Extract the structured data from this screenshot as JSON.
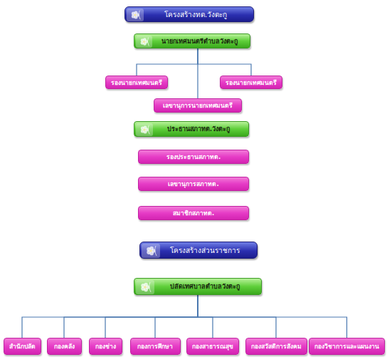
{
  "diagram": {
    "nodes": [
      {
        "text": [
          "โครงสร้างทต.วังตะกู"
        ]
      },
      {
        "text": [
          "นายกเทศมนตรีตำบลวังตะกู"
        ]
      },
      {
        "text": [
          "รองนายกเทศมนตรี"
        ]
      },
      {
        "text": [
          "รองนายกเทศมนตรี"
        ]
      },
      {
        "text": [
          "เลขานุการนายกเทศมนตรี"
        ]
      },
      {
        "text": [
          "ประธานสภาทต.วังตะกู"
        ]
      },
      {
        "text": [
          "รองประธานสภาทต."
        ]
      },
      {
        "text": [
          "เลขานุการสภาทต."
        ]
      },
      {
        "text": [
          "สมาชิกสภาทต."
        ]
      },
      {
        "text": [
          "โครงสร้างส่วนราชการ"
        ]
      },
      {
        "text": [
          "ปลัดเทศบาลตำบลวังตะกู"
        ]
      },
      {
        "text": [
          "สำนักปลัด"
        ]
      },
      {
        "text": [
          "กองคลัง"
        ]
      },
      {
        "text": [
          "กองช่าง"
        ]
      },
      {
        "text": [
          "กองการศึกษา"
        ]
      },
      {
        "text": [
          "กองสาธารณสุข"
        ]
      },
      {
        "text": [
          "กองสวัสดิการสังคม"
        ]
      },
      {
        "text": [
          "กองวิชาการและแผนงาน"
        ]
      }
    ],
    "edges": [
      {
        "from": 1,
        "to": 2,
        "arrow": "none"
      },
      {
        "from": 1,
        "to": 3,
        "arrow": "none"
      },
      {
        "from": 1,
        "to": 4,
        "arrow": "none"
      },
      {
        "from": 10,
        "to": 11,
        "arrow": "none"
      },
      {
        "from": 10,
        "to": 12,
        "arrow": "none"
      },
      {
        "from": 10,
        "to": 13,
        "arrow": "none"
      },
      {
        "from": 10,
        "to": 14,
        "arrow": "none"
      },
      {
        "from": 10,
        "to": 15,
        "arrow": "none"
      },
      {
        "from": 10,
        "to": 16,
        "arrow": "none"
      },
      {
        "from": 10,
        "to": 17,
        "arrow": "none"
      }
    ]
  }
}
